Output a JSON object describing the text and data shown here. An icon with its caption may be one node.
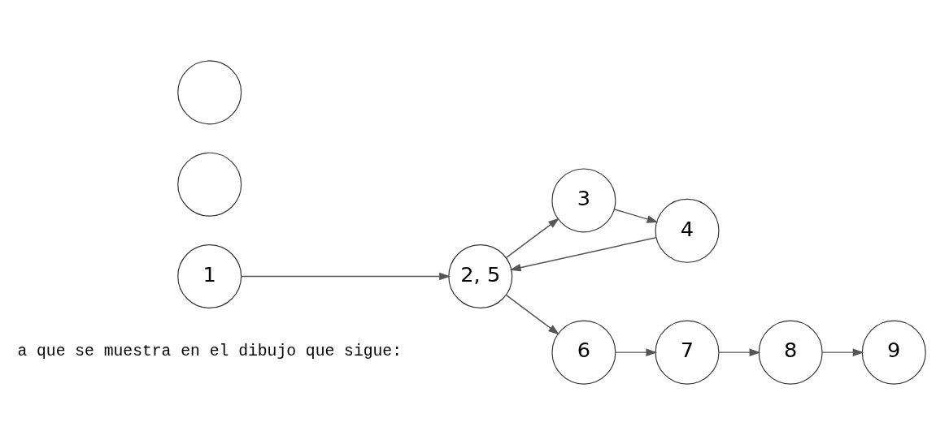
{
  "diagram": {
    "nodes": [
      {
        "text": [
          "2, 5"
        ]
      },
      {
        "text": [
          "1"
        ]
      },
      {
        "text": [
          "9"
        ]
      },
      {
        "text": [],
        "shape": "circle"
      },
      {
        "text": [],
        "shape": "circle"
      },
      {
        "text": [
          "3"
        ]
      },
      {
        "text": [
          "8"
        ]
      },
      {
        "text": [
          "4"
        ]
      },
      {
        "text": [
          "6"
        ]
      },
      {
        "text": [
          "7"
        ]
      }
    ],
    "edges": [
      {
        "from": 1,
        "to": 0,
        "arrow": "to"
      },
      {
        "from": 0,
        "to": 5,
        "arrow": "to"
      },
      {
        "from": 5,
        "to": 7,
        "arrow": "to"
      },
      {
        "from": 7,
        "to": 0,
        "arrow": "to"
      },
      {
        "from": 0,
        "to": 8,
        "arrow": "to"
      },
      {
        "from": 8,
        "to": 9,
        "arrow": "to"
      },
      {
        "from": 9,
        "to": 6,
        "arrow": "to"
      },
      {
        "from": 6,
        "to": 2,
        "arrow": "to"
      }
    ],
    "labels": [
      "a que se muestra en el dibujo que sigue:"
    ]
  }
}
